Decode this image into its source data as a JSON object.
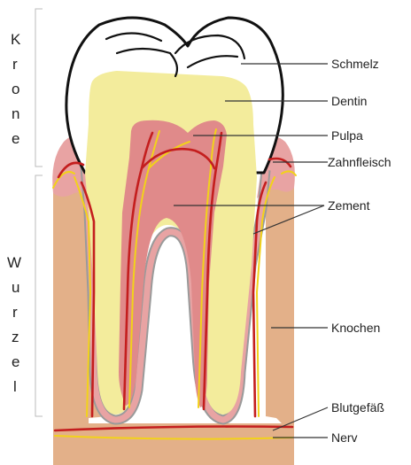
{
  "sections": {
    "krone": [
      "K",
      "r",
      "o",
      "n",
      "e"
    ],
    "wurzel": [
      "W",
      "u",
      "r",
      "z",
      "e",
      "l"
    ]
  },
  "labels": {
    "schmelz": "Schmelz",
    "dentin": "Dentin",
    "pulpa": "Pulpa",
    "zahnfleisch": "Zahnfleisch",
    "zement": "Zement",
    "knochen": "Knochen",
    "blutgefaess": "Blutgefäß",
    "nerv": "Nerv"
  },
  "colors": {
    "enamel": "#ffffff",
    "dentin": "#f3ec9c",
    "pulp": "#e08a8a",
    "gum": "#e8a3a3",
    "bone": "#e3b089",
    "cementum": "#9a9a9a",
    "blood_vessel": "#c41e1e",
    "nerve": "#f2d21a",
    "outline": "#111111",
    "bracket": "#bbbbbb"
  }
}
